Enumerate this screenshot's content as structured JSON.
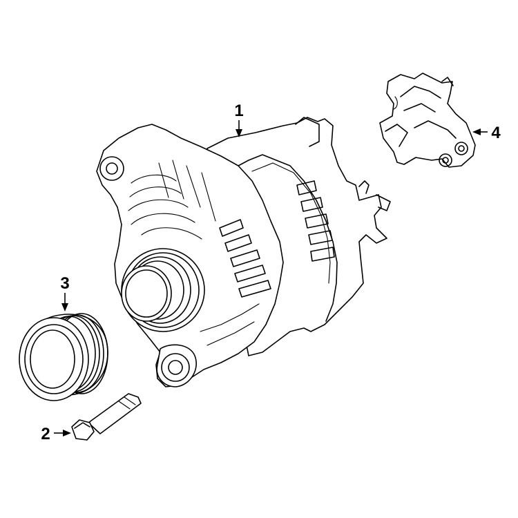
{
  "diagram": {
    "parts": [
      {
        "id": "alternator",
        "callout": "1"
      },
      {
        "id": "bolt",
        "callout": "2"
      },
      {
        "id": "pulley",
        "callout": "3"
      },
      {
        "id": "regulator",
        "callout": "4"
      }
    ]
  }
}
